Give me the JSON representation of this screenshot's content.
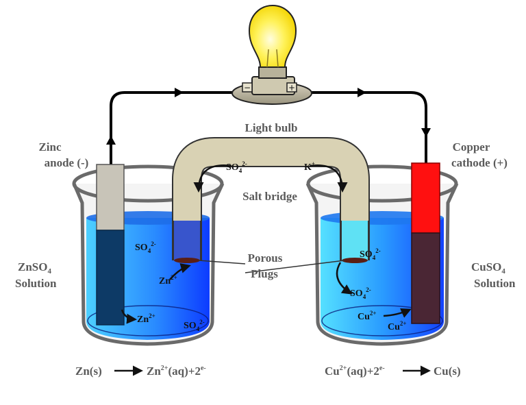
{
  "labels": {
    "light_bulb": "Light bulb",
    "zinc_line1": "Zinc",
    "zinc_line2": "anode (-)",
    "copper_line1": "Copper",
    "copper_line2": "cathode (+)",
    "salt_bridge": "Salt bridge",
    "porous_line1": "Porous",
    "porous_line2": "Plugs",
    "znso4_formula": "ZnSO",
    "znso4_sub": "4",
    "znso4_solution": "Solution",
    "cuso4_formula": "CuSO",
    "cuso4_sub": "4",
    "cuso4_solution": "Solution"
  },
  "ions": {
    "so4_base": "SO",
    "so4_sub": "4",
    "so4_sup": "2-",
    "k_base": "K",
    "k_sup": "+",
    "zn_base": "Zn",
    "zn_sup": "2+",
    "cu_base": "Cu",
    "cu_sup": "2+"
  },
  "equations": {
    "left_reactant": "Zn(s)",
    "left_product_base": "Zn",
    "left_product_sup": "2+",
    "left_product_rest": "(aq)+2",
    "left_product_e": "e-",
    "right_reactant_base": "Cu",
    "right_reactant_sup": "2+",
    "right_reactant_rest": "(aq)+2",
    "right_reactant_e": "e-",
    "right_product": "Cu(s)"
  },
  "colors": {
    "solution_light": "#4fc3f7",
    "solution_deep": "#1565ff",
    "zinc_electrode": "#c8c4b8",
    "zinc_submerged": "#0d3a66",
    "copper_electrode": "#ff1010",
    "copper_submerged": "#4a2634",
    "salt_bridge": "#d9d2b4",
    "bulb": "#fff25a",
    "wire": "#000000"
  }
}
